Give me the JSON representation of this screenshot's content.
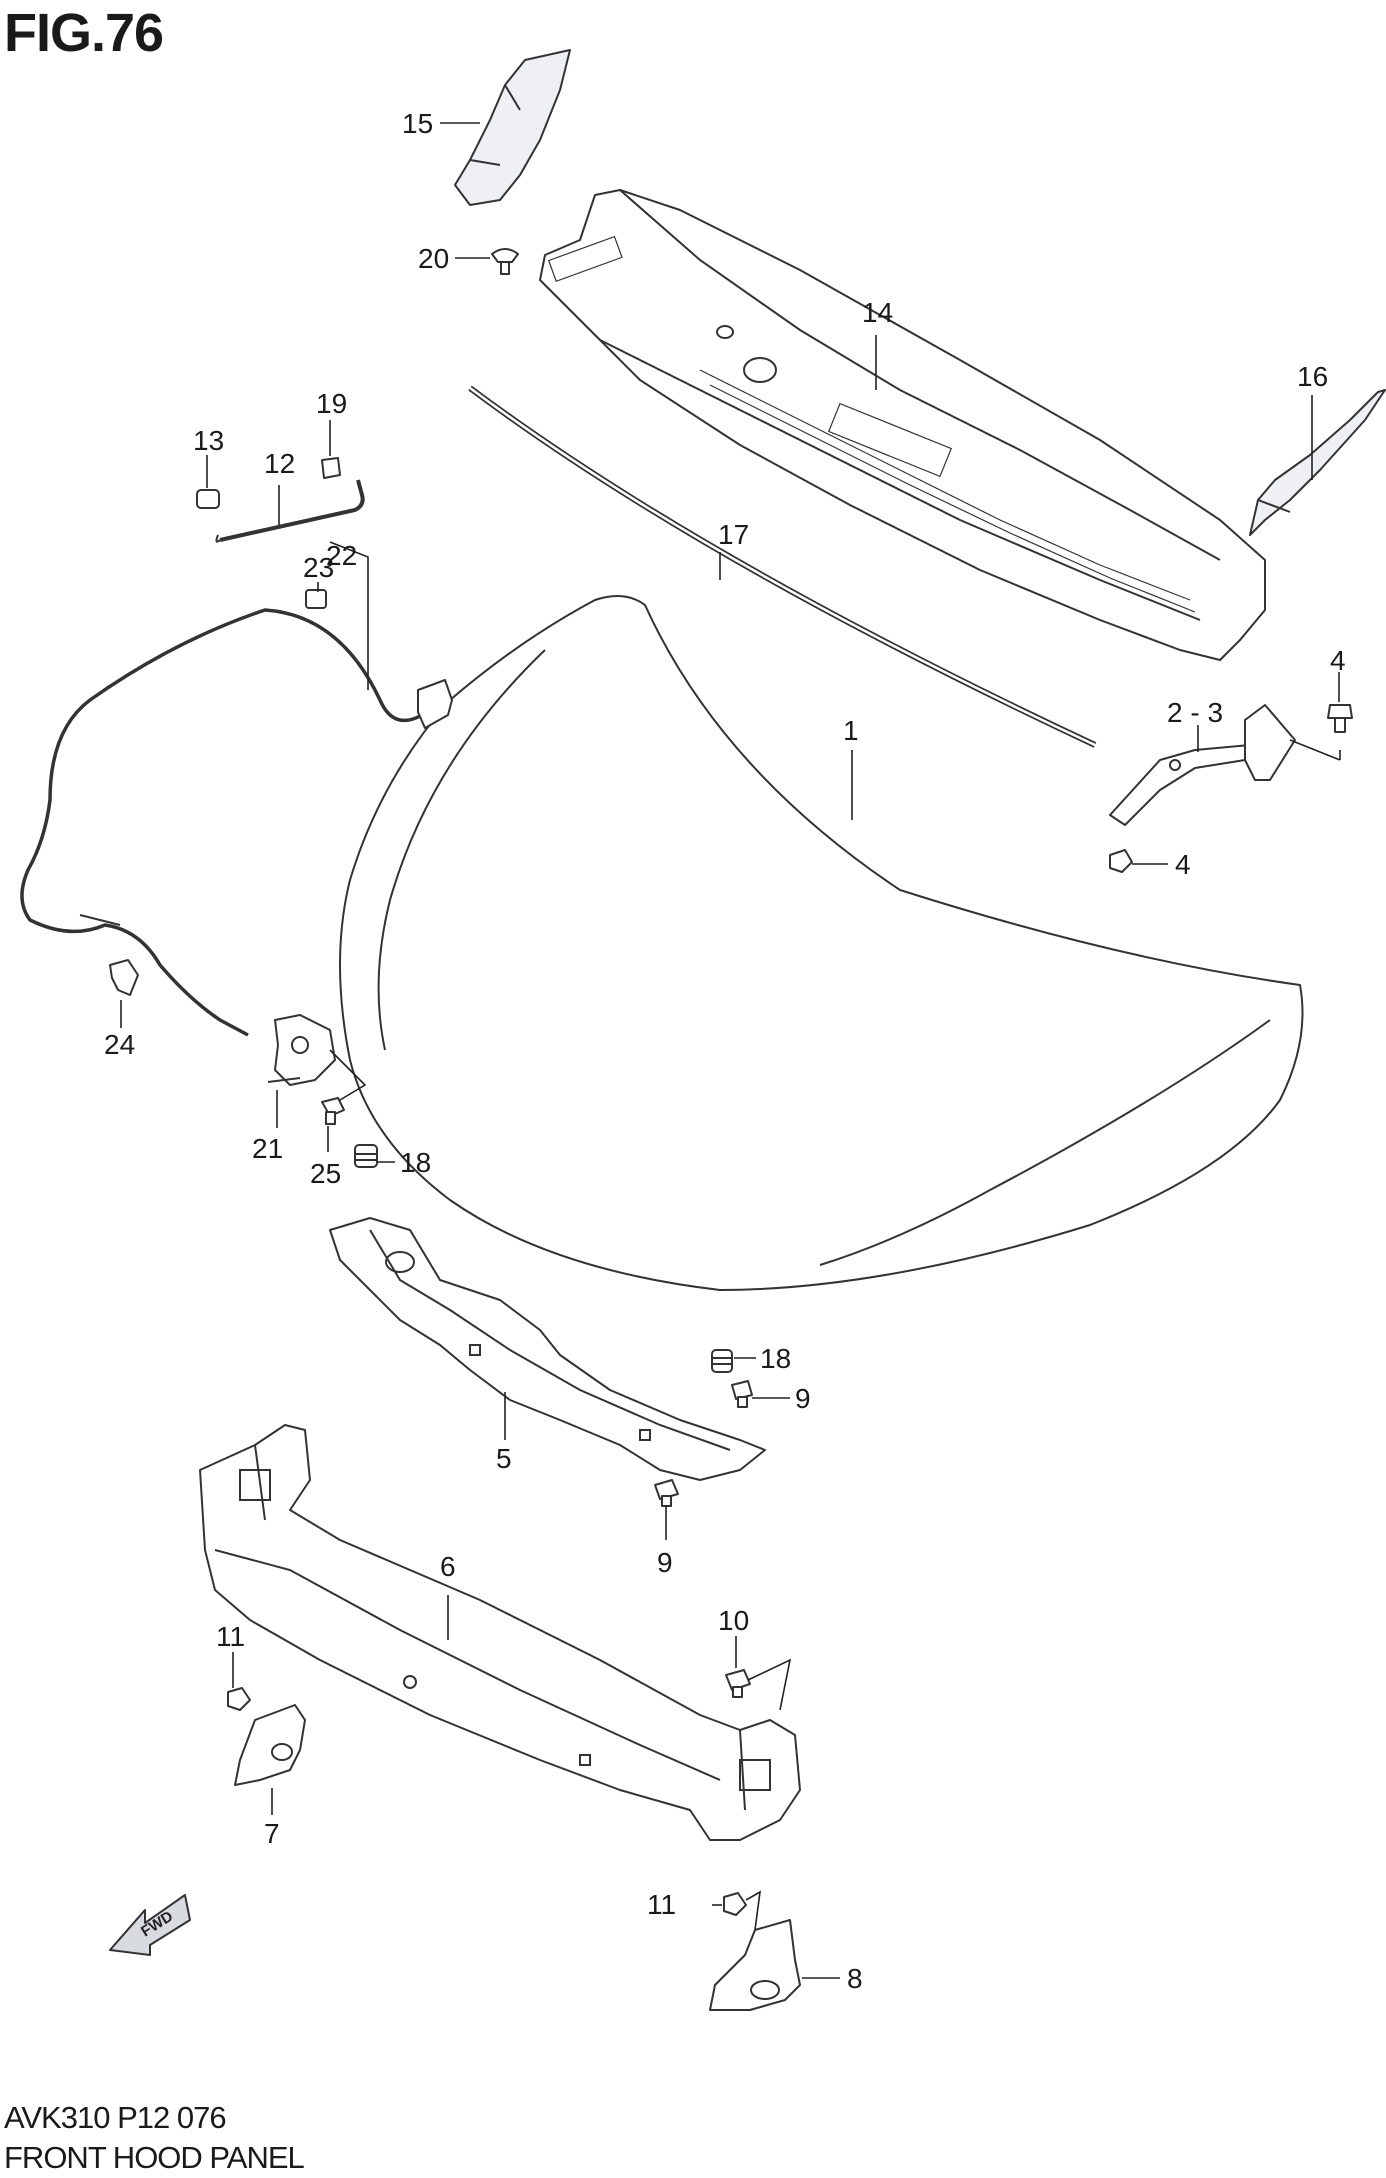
{
  "figure": {
    "title": "FIG.76",
    "code": "AVK310 P12 076",
    "description": "FRONT HOOD PANEL"
  },
  "callouts": [
    "1",
    "2",
    "3",
    "4",
    "5",
    "6",
    "7",
    "8",
    "9",
    "10",
    "11",
    "12",
    "13",
    "14",
    "15",
    "16",
    "17",
    "18",
    "19",
    "20",
    "21",
    "22",
    "23",
    "24",
    "25"
  ],
  "labels": {
    "c1": "1",
    "c2_3": "2 - 3",
    "c4a": "4",
    "c4b": "4",
    "c5": "5",
    "c6": "6",
    "c7": "7",
    "c8": "8",
    "c9a": "9",
    "c9b": "9",
    "c10": "10",
    "c11a": "11",
    "c11b": "11",
    "c12": "12",
    "c13": "13",
    "c14": "14",
    "c15": "15",
    "c16": "16",
    "c17": "17",
    "c18a": "18",
    "c18b": "18",
    "c19": "19",
    "c20": "20",
    "c21": "21",
    "c22": "22",
    "c23": "23",
    "c24": "24",
    "c25": "25"
  },
  "direction_arrow": {
    "text": "FWD",
    "icon": "fwd-arrow-icon"
  }
}
